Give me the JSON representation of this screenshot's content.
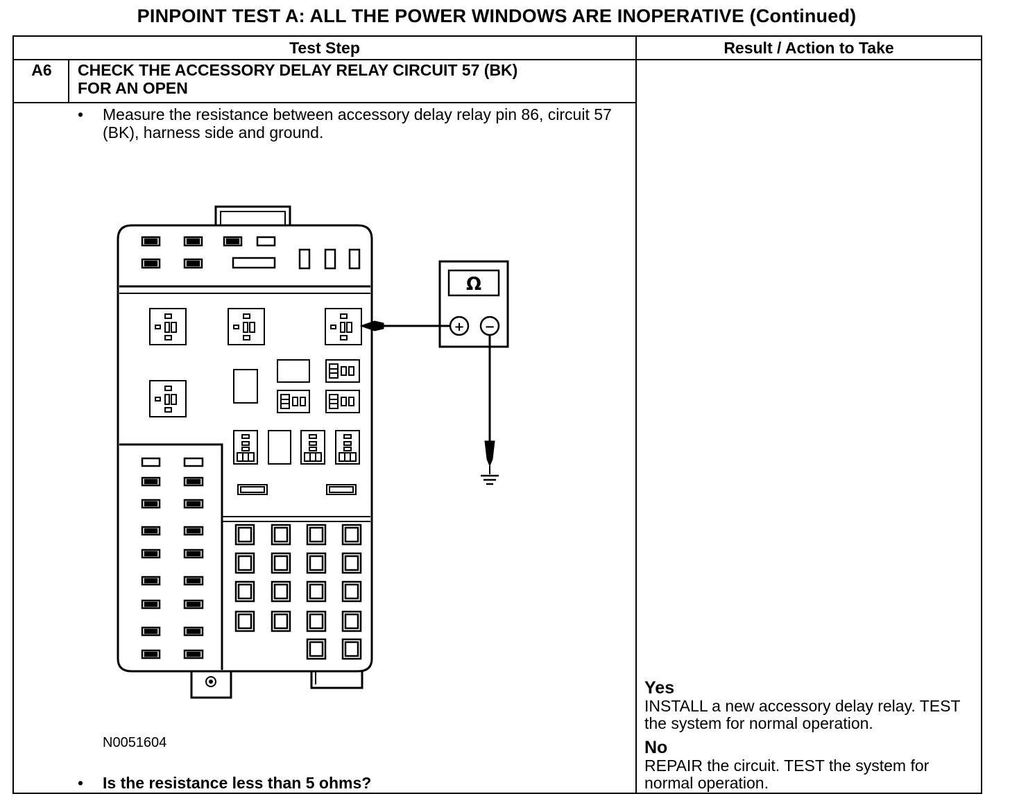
{
  "title": "PINPOINT TEST  A: ALL THE POWER WINDOWS ARE INOPERATIVE (Continued)",
  "headers": {
    "test_step": "Test Step",
    "result": "Result / Action to Take"
  },
  "step": {
    "id": "A6",
    "title": "CHECK THE ACCESSORY DELAY RELAY CIRCUIT 57 (BK)\nFOR AN OPEN",
    "bullets": [
      "Measure the resistance between accessory delay relay pin 86, circuit 57 (BK), harness side and ground.",
      "Is the resistance less than 5 ohms?"
    ],
    "figure_id": "N0051604"
  },
  "diagram": {
    "meter_symbol": "Ω",
    "plus": "+",
    "minus": "−"
  },
  "results": [
    {
      "answer": "Yes",
      "action": "INSTALL a new accessory delay relay. TEST the system for normal operation."
    },
    {
      "answer": "No",
      "action": "REPAIR the circuit. TEST the system for normal operation."
    }
  ]
}
